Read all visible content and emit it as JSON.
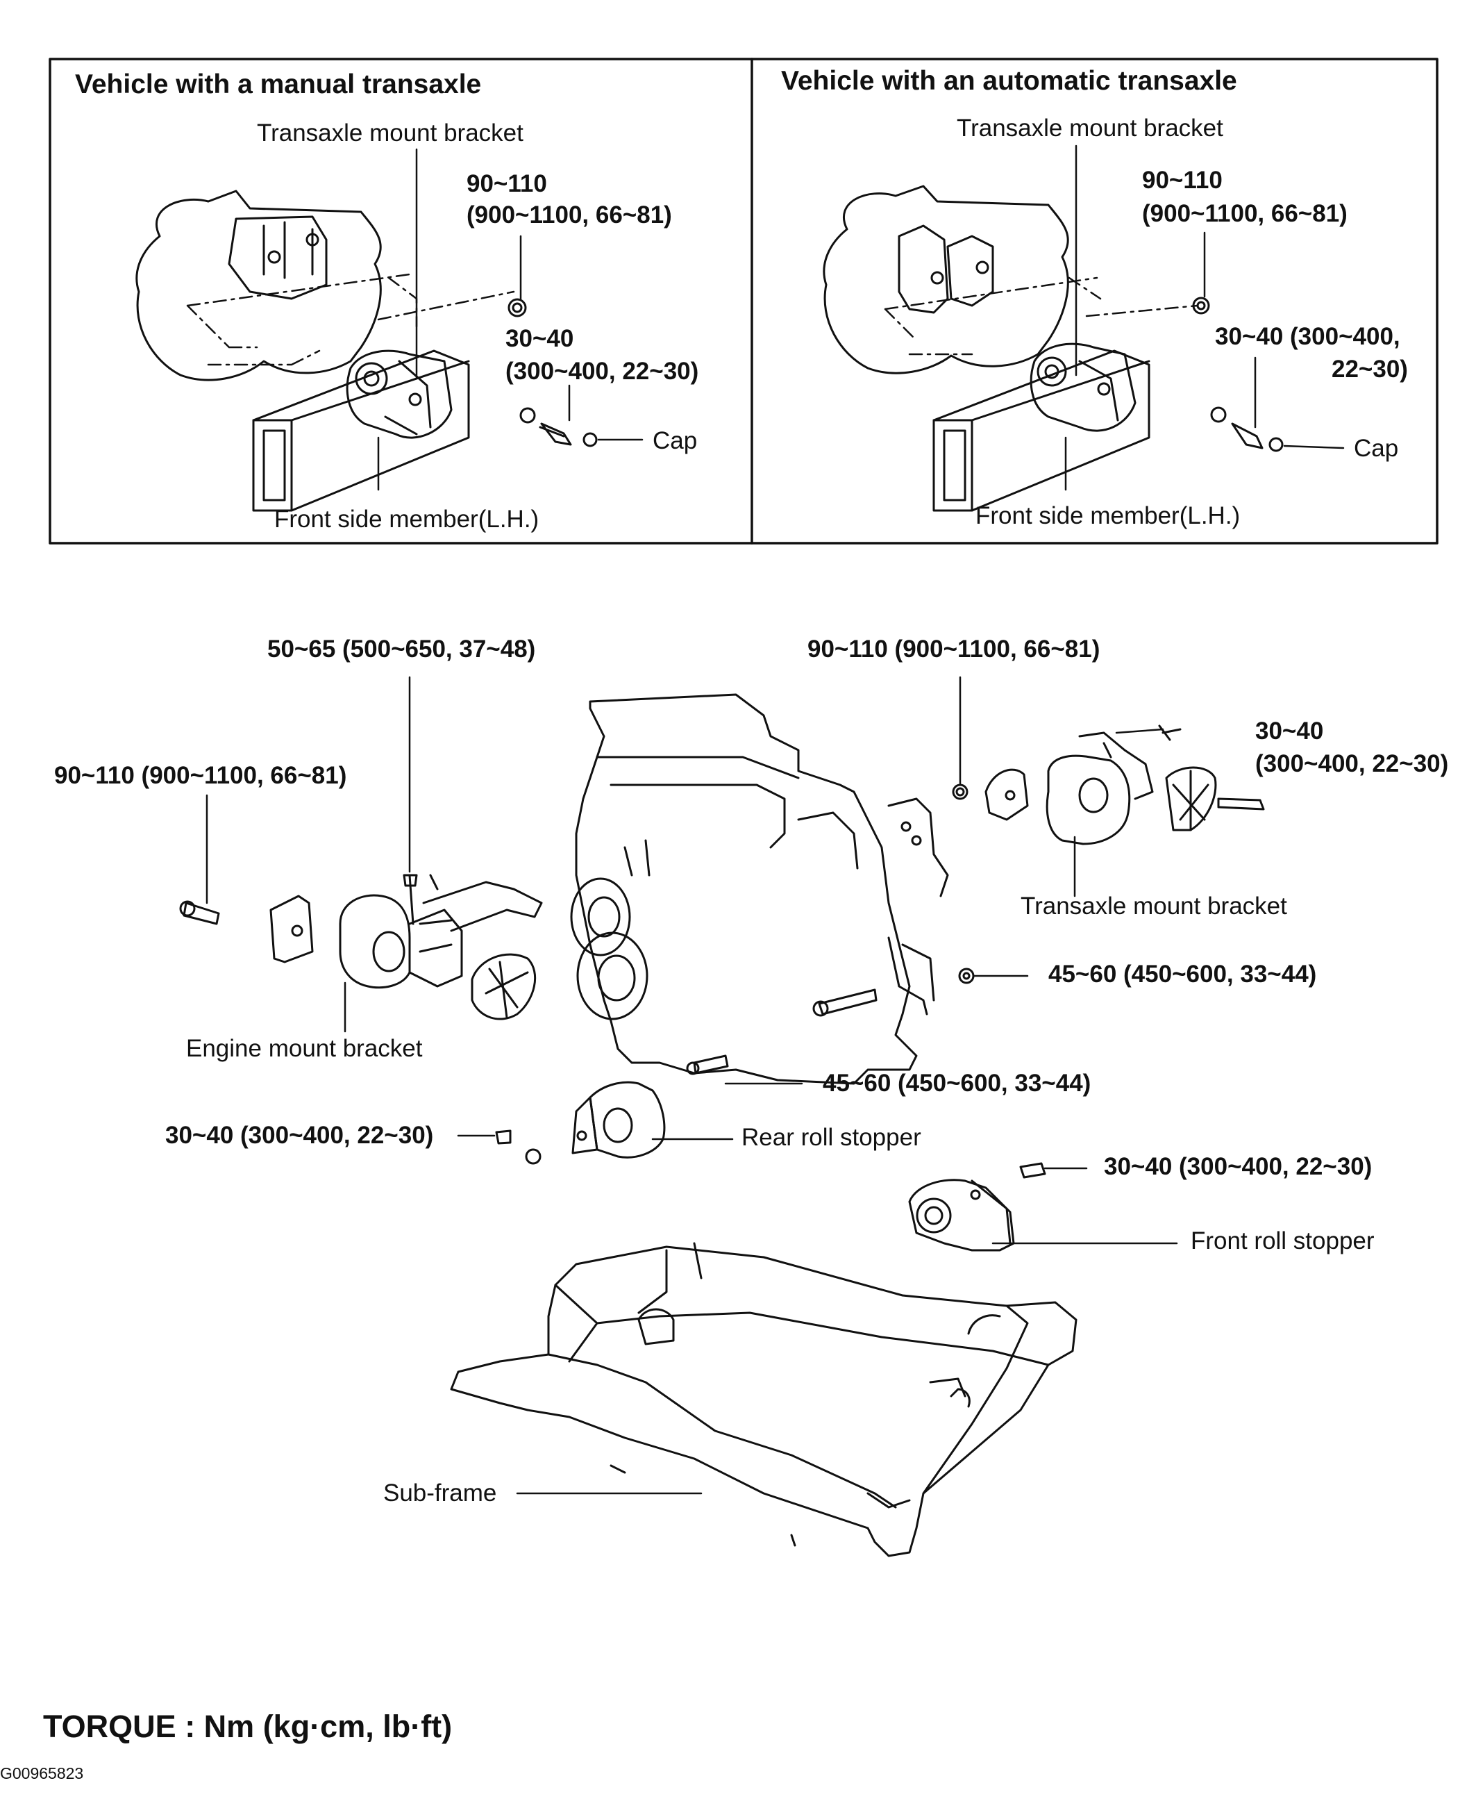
{
  "panels": {
    "manual": {
      "title": "Vehicle with a manual transaxle",
      "bracket": "Transaxle mount bracket",
      "torque_nut_1": "90~110",
      "torque_nut_2": "(900~1100, 66~81)",
      "torque_bolt_1": "30~40",
      "torque_bolt_2": "(300~400, 22~30)",
      "cap": "Cap",
      "member": "Front side member(L.H.)"
    },
    "automatic": {
      "title": "Vehicle with an automatic transaxle",
      "bracket": "Transaxle mount bracket",
      "torque_nut_1": "90~110",
      "torque_nut_2": "(900~1100, 66~81)",
      "torque_bolt_1": "30~40 (300~400,",
      "torque_bolt_2": "22~30)",
      "cap": "Cap",
      "member": "Front side member(L.H.)"
    }
  },
  "main": {
    "engine_bracket_torque": "50~65 (500~650, 37~48)",
    "engine_bolt_torque": "90~110 (900~1100, 66~81)",
    "engine_mount_bracket": "Engine mount bracket",
    "transaxle_nut_torque": "90~110 (900~1100, 66~81)",
    "transaxle_bolt_torque_1": "30~40",
    "transaxle_bolt_torque_2": "(300~400, 22~30)",
    "transaxle_mount_bracket": "Transaxle mount bracket",
    "engine_side_torque": "45~60 (450~600, 33~44)",
    "rear_stopper_torque_top": "45~60 (450~600, 33~44)",
    "rear_stopper_torque_left": "30~40 (300~400, 22~30)",
    "rear_roll_stopper": "Rear roll stopper",
    "front_stopper_torque": "30~40 (300~400, 22~30)",
    "front_roll_stopper": "Front roll stopper",
    "sub_frame": "Sub-frame"
  },
  "footer": {
    "torque_units": "TORQUE : Nm (kg·cm, lb·ft)",
    "figure_code": "G00965823"
  }
}
